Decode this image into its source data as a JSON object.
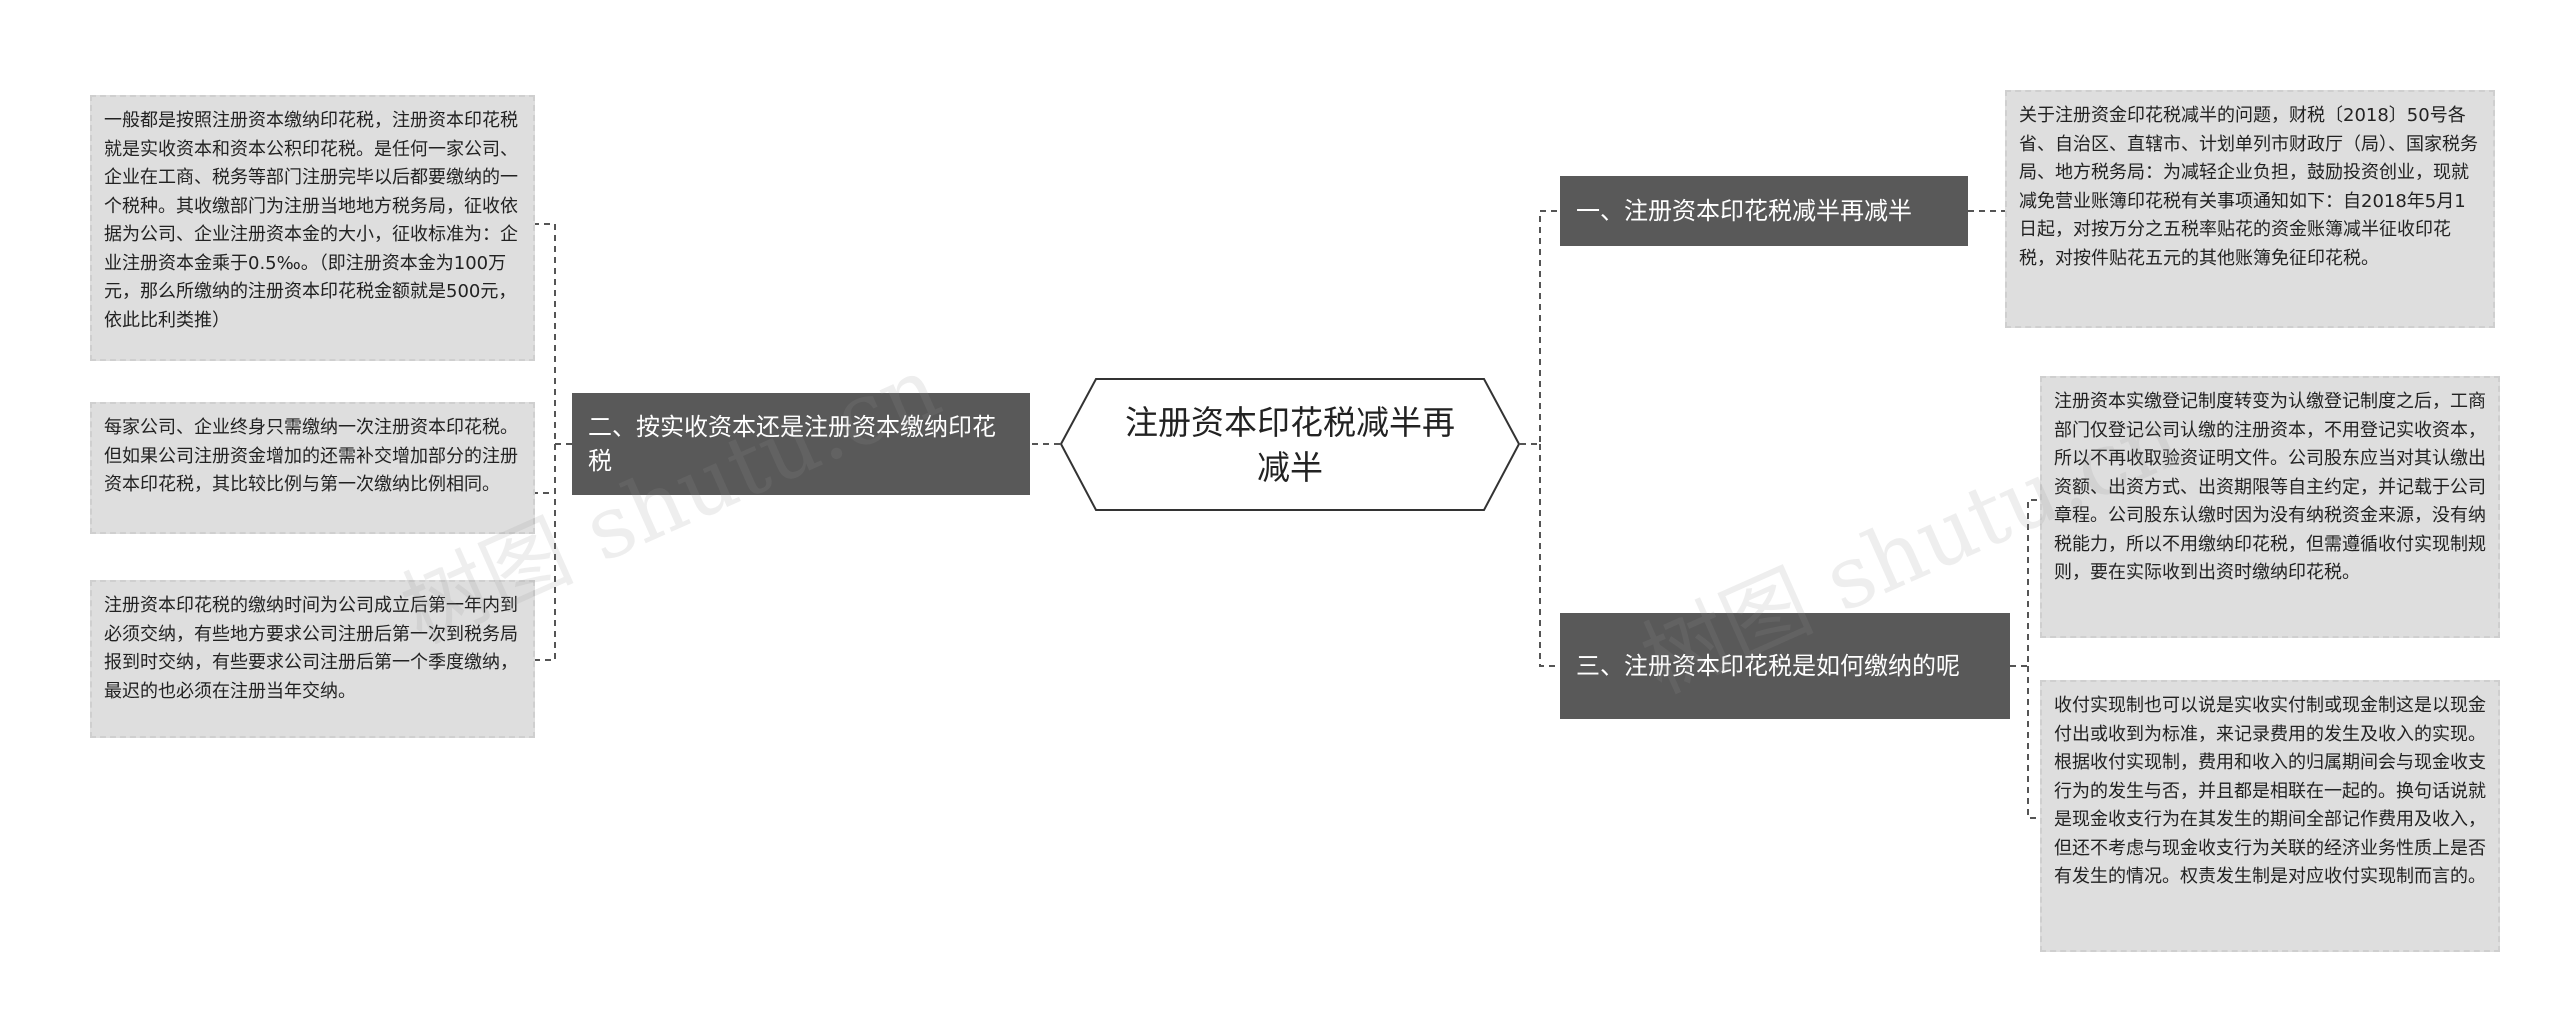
{
  "central": {
    "title": "注册资本印花税减半再减半"
  },
  "branches": [
    {
      "label": "一、注册资本印花税减半再减半"
    },
    {
      "label": "二、按实收资本还是注册资本缴纳印花税"
    },
    {
      "label": "三、注册资本印花税是如何缴纳的呢"
    }
  ],
  "leaves": {
    "b1": [
      "关于注册资金印花税减半的问题，财税〔2018〕50号各省、自治区、直辖市、计划单列市财政厅（局）、国家税务局、地方税务局：为减轻企业负担，鼓励投资创业，现就减免营业账簿印花税有关事项通知如下：自2018年5月1日起，对按万分之五税率贴花的资金账簿减半征收印花税，对按件贴花五元的其他账簿免征印花税。"
    ],
    "b2": [
      "一般都是按照注册资本缴纳印花税，注册资本印花税就是实收资本和资本公积印花税。是任何一家公司、企业在工商、税务等部门注册完毕以后都要缴纳的一个税种。其收缴部门为注册当地地方税务局，征收依据为公司、企业注册资本金的大小，征收标准为：企业注册资本金乘于0.5‰。（即注册资本金为100万元，那么所缴纳的注册资本印花税金额就是500元，依此比利类推）",
      "每家公司、企业终身只需缴纳一次注册资本印花税。但如果公司注册资金增加的还需补交增加部分的注册资本印花税，其比较比例与第一次缴纳比例相同。",
      "注册资本印花税的缴纳时间为公司成立后第一年内到必须交纳，有些地方要求公司注册后第一次到税务局报到时交纳，有些要求公司注册后第一个季度缴纳，最迟的也必须在注册当年交纳。"
    ],
    "b3": [
      "注册资本实缴登记制度转变为认缴登记制度之后，工商部门仅登记公司认缴的注册资本，不用登记实收资本，所以不再收取验资证明文件。公司股东应当对其认缴出资额、出资方式、出资期限等自主约定，并记载于公司章程。公司股东认缴时因为没有纳税资金来源，没有纳税能力，所以不用缴纳印花税，但需遵循收付实现制规则，要在实际收到出资时缴纳印花税。",
      "收付实现制也可以说是实收实付制或现金制这是以现金付出或收到为标准，来记录费用的发生及收入的实现。根据收付实现制，费用和收入的归属期间会与现金收支行为的发生与否，并且都是相联在一起的。换句话说就是现金收支行为在其发生的期间全部记作费用及收入，但还不考虑与现金收支行为关联的经济业务性质上是否有发生的情况。权责发生制是对应收付实现制而言的。"
    ]
  },
  "watermarks": [
    "树图 shutu.cn",
    "树图 shutu.cn"
  ]
}
